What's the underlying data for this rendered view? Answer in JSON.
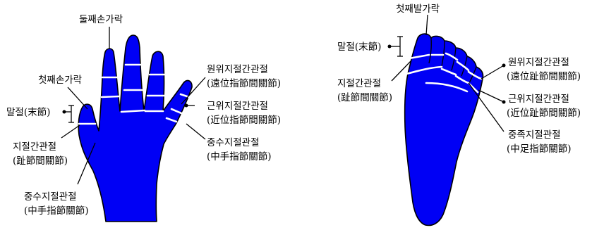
{
  "colors": {
    "fill": "#0000f5",
    "outline": "#000000",
    "joint_line": "#ffffff"
  },
  "hand": {
    "second_finger": "둘째손가락",
    "first_finger": "첫째손가락",
    "distal_phalanx": "말절(末節)",
    "interphalangeal": {
      "line1": "지절간관절",
      "line2": "(趾節間關節)"
    },
    "mcp_left": {
      "line1": "중수지절관절",
      "line2": "(中手指節關節)"
    },
    "dip": {
      "line1": "원위지절간관절",
      "line2": "(遠位指節間關節)"
    },
    "pip": {
      "line1": "근위지절간관절",
      "line2": "(近位指節間關節)"
    },
    "mcp_right": {
      "line1": "중수지절관절",
      "line2": "(中手指節關節)"
    }
  },
  "foot": {
    "first_toe": "첫째발가락",
    "distal_phalanx": "말절(末節)",
    "interphalangeal": {
      "line1": "지절간관절",
      "line2": "(趾節間關節)"
    },
    "dip": {
      "line1": "원위지절간관절",
      "line2": "(遠位趾節間關節)"
    },
    "pip": {
      "line1": "근위지절간관절",
      "line2": "(近位趾節間關節)"
    },
    "mtp": {
      "line1": "중족지절관절",
      "line2": "(中足指節關節)"
    }
  }
}
